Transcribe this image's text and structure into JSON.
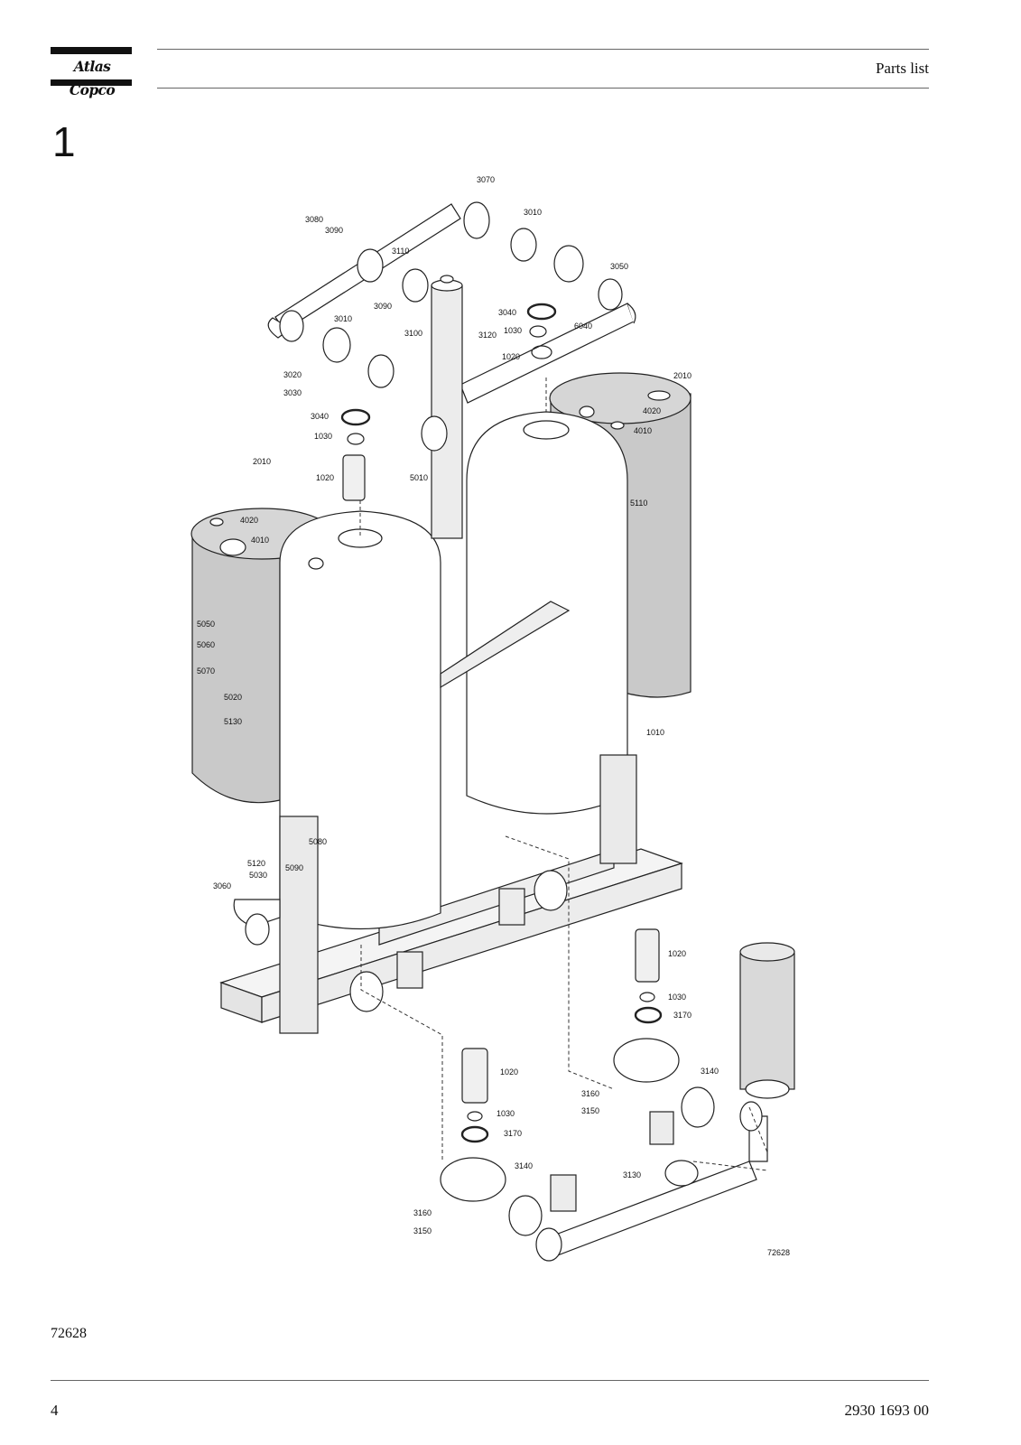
{
  "header": {
    "brand": "Atlas Copco",
    "title": "Parts list"
  },
  "section_number": "1",
  "figure": {
    "callouts": {
      "c3070": "3070",
      "c3080": "3080",
      "c3090a": "3090",
      "c3110": "3110",
      "c3010a": "3010",
      "c3050": "3050",
      "c3090b": "3090",
      "c3100": "3100",
      "c3010b": "3010",
      "c3040a": "3040",
      "c1030a": "1030",
      "c6040": "6040",
      "c3120": "3120",
      "c1020a": "1020",
      "c3020": "3020",
      "c3030": "3030",
      "c2010a": "2010",
      "c3040b": "3040",
      "c4020a": "4020",
      "c4010a": "4010",
      "c1030b": "1030",
      "c2010b": "2010",
      "c5010": "5010",
      "c1020b": "1020",
      "c5110": "5110",
      "c4020b": "4020",
      "c4010b": "4010",
      "c5050": "5050",
      "c5060": "5060",
      "c5070": "5070",
      "c5020": "5020",
      "c5130": "5130",
      "c1010": "1010",
      "c5080": "5080",
      "c5090": "5090",
      "c5120": "5120",
      "c5030": "5030",
      "c3060": "3060",
      "c1020c": "1020",
      "c1030c": "1030",
      "c3170a": "3170",
      "c3140a": "3140",
      "c3160a": "3160",
      "c3150a": "3150",
      "c1020d": "1020",
      "c1030d": "1030",
      "c3170b": "3170",
      "c3140b": "3140",
      "c3130": "3130",
      "c3160b": "3160",
      "c3150b": "3150",
      "fig_id": "72628"
    }
  },
  "figure_caption": "72628",
  "footer": {
    "page_number": "4",
    "document_number": "2930 1693 00"
  }
}
